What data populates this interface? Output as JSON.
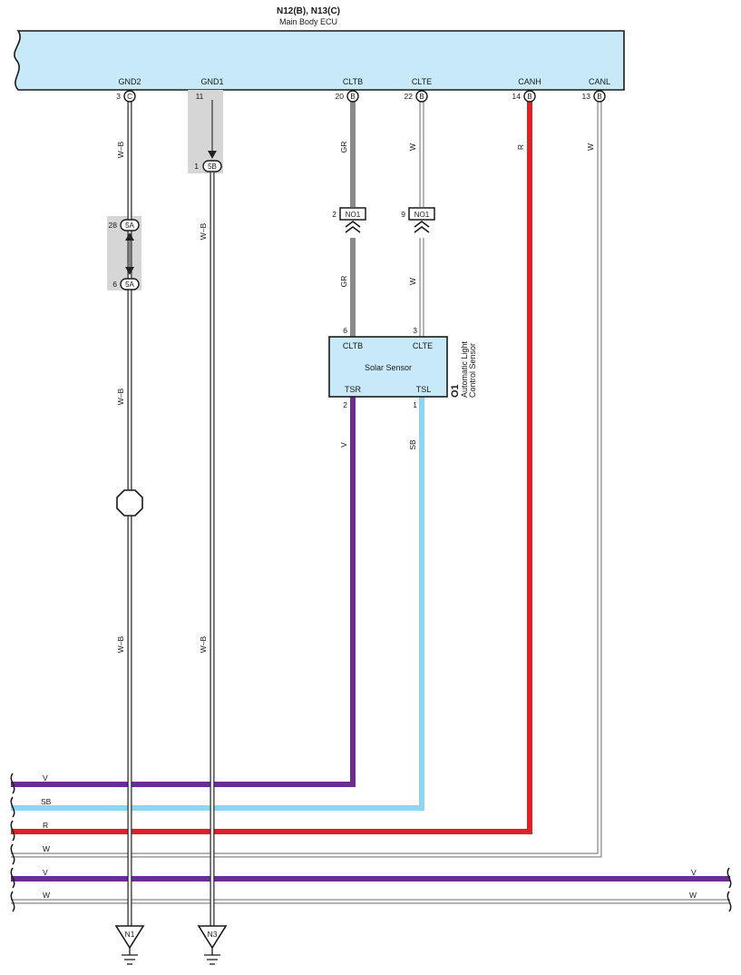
{
  "ecu": {
    "connectors": "N12(B), N13(C)",
    "name": "Main Body ECU",
    "pins": [
      {
        "name": "GND2",
        "num": "3",
        "conn": "C"
      },
      {
        "name": "GND1",
        "num": "11",
        "conn": ""
      },
      {
        "name": "CLTB",
        "num": "20",
        "conn": "B"
      },
      {
        "name": "CLTE",
        "num": "22",
        "conn": "B"
      },
      {
        "name": "CANH",
        "num": "14",
        "conn": "B"
      },
      {
        "name": "CANL",
        "num": "13",
        "conn": "B"
      }
    ]
  },
  "sensor": {
    "code": "O1",
    "name": "Solar Sensor",
    "description_line1": "Automatic Light",
    "description_line2": "Control Sensor",
    "pins": {
      "cltb": {
        "name": "CLTB",
        "num": "6"
      },
      "clte": {
        "name": "CLTE",
        "num": "3"
      },
      "tsr": {
        "name": "TSR",
        "num": "2"
      },
      "tsl": {
        "name": "TSL",
        "num": "1"
      }
    }
  },
  "junctions": {
    "j5b": {
      "num": "1",
      "label": "5B"
    },
    "j5a_top": {
      "num": "28",
      "label": "5A"
    },
    "j5a_bot": {
      "num": "6",
      "label": "5A"
    },
    "no1_left": {
      "num": "2",
      "label": "NO1"
    },
    "no1_right": {
      "num": "9",
      "label": "NO1"
    }
  },
  "wires": {
    "gnd2_top": "W–B",
    "gnd2_mid": "W–B",
    "gnd2_low": "W–B",
    "gnd1_mid": "W–B",
    "gnd1_low": "W–B",
    "cltb_top": "GR",
    "cltb_mid": "GR",
    "clte_top": "W",
    "clte_mid": "W",
    "canh": "R",
    "canl": "W",
    "tsr": "V",
    "tsl": "SB"
  },
  "bus": [
    {
      "label": "V",
      "right_label": ""
    },
    {
      "label": "SB",
      "right_label": ""
    },
    {
      "label": "R",
      "right_label": ""
    },
    {
      "label": "W",
      "right_label": ""
    },
    {
      "label": "V",
      "right_label": "V"
    },
    {
      "label": "W",
      "right_label": "W"
    }
  ],
  "grounds": [
    {
      "label": "N1"
    },
    {
      "label": "N3"
    }
  ],
  "colors": {
    "ecu_fill": "#c8e9f8",
    "sensor_fill": "#c8e9f8",
    "shade": "#d6d6d6",
    "gray_wire": "#8a8a8a",
    "purple": "#6b2e8e",
    "sky": "#8fd5f0",
    "red": "#e31e25",
    "white_wire_edge": "#7a7a7a"
  }
}
